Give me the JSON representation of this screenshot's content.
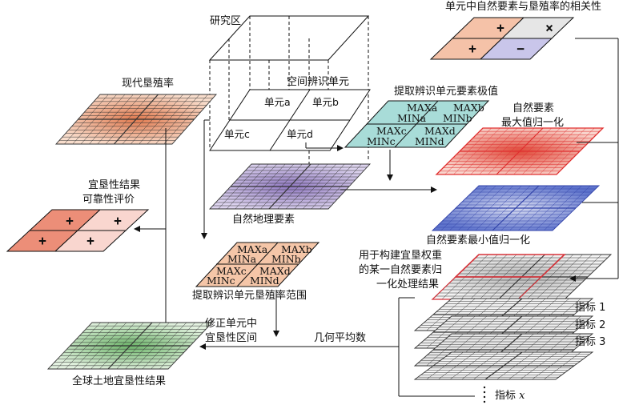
{
  "labels": {
    "research_area": "研究区",
    "modern_rate": "现代垦殖率",
    "spatial_unit": "空间辨识单元",
    "unit_a": "单元a",
    "unit_b": "单元b",
    "unit_c": "单元c",
    "unit_d": "单元d",
    "natural_geo": "自然地理要素",
    "extract_extreme": "提取辨识单元要素极值",
    "natural_max_1": "自然要素",
    "natural_max_2": "最大值归一化",
    "natural_min": "自然要素最小值归一化",
    "correlation": "单元中自然要素与垦殖率的相关性",
    "reliability_1": "宜垦性结果",
    "reliability_2": "可靠性评价",
    "extract_range": "提取辨识单元垦殖率范围",
    "weight_1": "用于构建宜垦权重",
    "weight_2": "的某一自然要素归",
    "weight_3": "一化处理结果",
    "revise_1": "修正单元中",
    "revise_2": "宜垦性区间",
    "geo_mean": "几何平均数",
    "global_result": "全球土地宜垦性结果",
    "indicator_1": "指标 1",
    "indicator_2": "指标 2",
    "indicator_3": "指标 3",
    "indicator_x_prefix": "指标 ",
    "indicator_x_var": "x"
  },
  "extreme_tables": {
    "top": {
      "a_max": "MAXa",
      "a_min": "MINa",
      "b_max": "MAXb",
      "b_min": "MINb",
      "c_max": "MAXc",
      "c_min": "MINc",
      "d_max": "MAXd",
      "d_min": "MINd"
    },
    "bottom": {
      "a_max": "MAXa",
      "a_min": "MINa",
      "b_max": "MAXb",
      "b_min": "MINb",
      "c_max": "MAXc",
      "c_min": "MINc",
      "d_max": "MAXd",
      "d_min": "MINd"
    }
  },
  "signs": {
    "plus": "+",
    "cross": "×",
    "minus": "−"
  },
  "colors": {
    "modern_rate": "#e8906a",
    "natural_geo": "#9b86c8",
    "natural_max": "#e8594a",
    "natural_min": "#6b7fd0",
    "global_result": "#7cbf7a",
    "extreme_top": "#a8dcd8",
    "extreme_bottom": "#f5c6a8",
    "correlation_pos": "#f5c2a8",
    "correlation_neg": "#c9c6ea",
    "correlation_cross": "#e6e6e6",
    "reliability_dark": "#ec8e78",
    "reliability_light": "#f9d6cf",
    "weight_hl": "#d7333a"
  }
}
